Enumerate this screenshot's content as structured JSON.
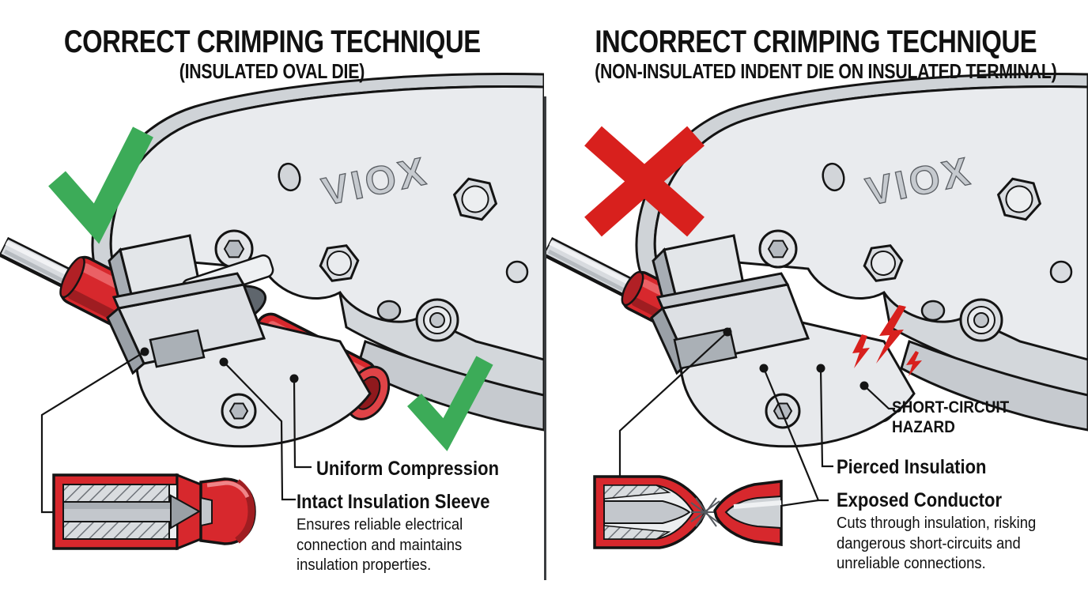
{
  "left_panel": {
    "title": "CORRECT CRIMPING TECHNIQUE",
    "subtitle": "(INSULATED OVAL DIE)",
    "brand": "VIOX",
    "annotations": {
      "uniform_compression": "Uniform Compression",
      "intact_insulation_sleeve": "Intact Insulation Sleeve",
      "intact_insulation_desc": "Ensures reliable electrical connection and maintains insulation properties."
    }
  },
  "right_panel": {
    "title": "INCORRECT CRIMPING TECHNIQUE",
    "subtitle": "(NON-INSULATED INDENT DIE ON INSULATED TERMINAL)",
    "brand": "VIOX",
    "annotations": {
      "short_circuit_line1": "SHORT-CIRCUIT",
      "short_circuit_line2": "HAZARD",
      "pierced_insulation": "Pierced Insulation",
      "exposed_conductor": "Exposed Conductor",
      "exposed_conductor_desc": "Cuts through insulation, risking dangerous short-circuits and unreliable connections."
    }
  },
  "icons": {
    "left_verdict": "green-checkmark",
    "right_verdict": "red-x",
    "hazard": "lightning-bolts"
  },
  "colors": {
    "check_green": "#3cab58",
    "cross_red": "#d8201d",
    "terminal_red": "#d7282d",
    "tool_gray": "#e9ebee",
    "outline": "#141414"
  }
}
